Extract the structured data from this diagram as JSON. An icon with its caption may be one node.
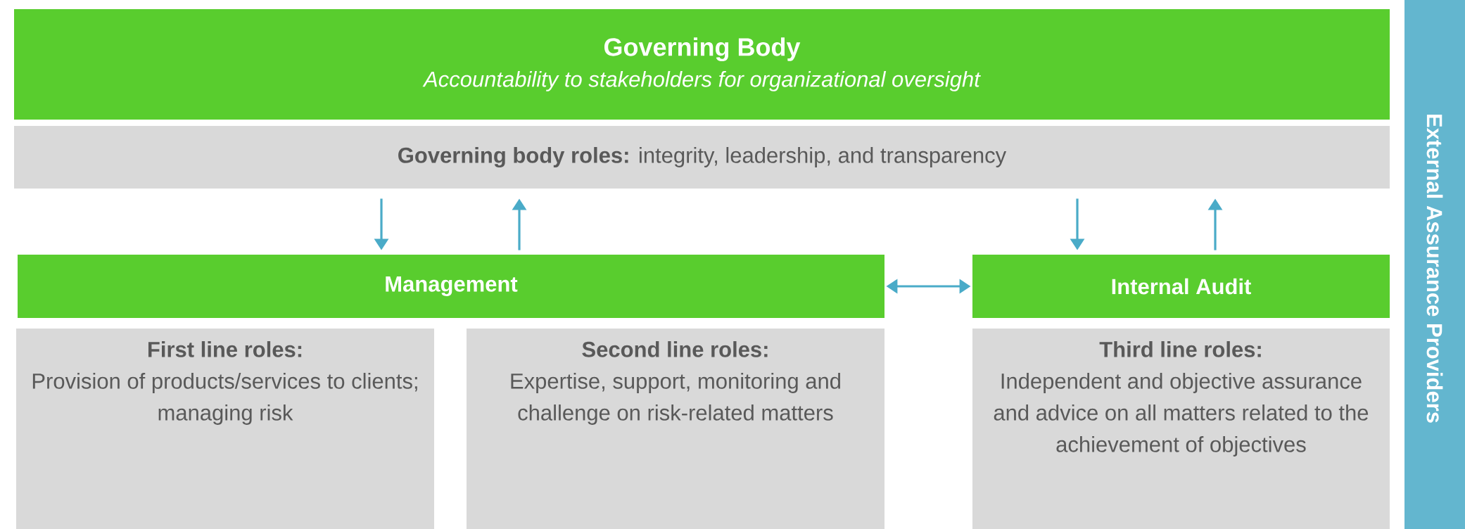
{
  "diagram": {
    "nodes": [
      {
        "text": [
          "Governing Body",
          "Accountability to stakeholders for organizational oversight"
        ]
      },
      {
        "text": [
          "**Governing body roles:** integrity, leadership, and transparency"
        ]
      },
      {
        "text": [
          "Management"
        ]
      },
      {
        "text": [
          "Internal Audit"
        ]
      },
      {
        "text": [
          "First line roles:",
          "Provision of products/services to clients; managing risk"
        ]
      },
      {
        "text": [
          "Second line roles:",
          "Expertise, support, monitoring and challenge on risk-related matters"
        ]
      },
      {
        "text": [
          "Third line roles:",
          "Independent and objective assurance and advice on all matters related to the achievement of objectives"
        ]
      },
      {
        "text": [
          "External Assurance Providers"
        ]
      }
    ],
    "edges": [
      {
        "from": 1,
        "to": 2,
        "arrow": "to"
      },
      {
        "from": 2,
        "to": 1,
        "arrow": "to"
      },
      {
        "from": 1,
        "to": 3,
        "arrow": "to"
      },
      {
        "from": 3,
        "to": 1,
        "arrow": "to"
      },
      {
        "from": 2,
        "to": 3,
        "arrow": "both"
      }
    ]
  }
}
